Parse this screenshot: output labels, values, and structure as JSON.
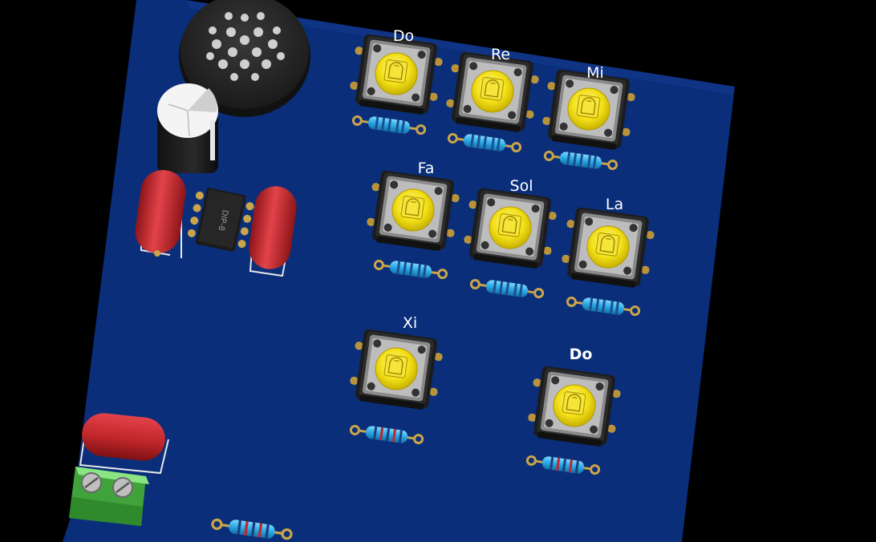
{
  "board": {
    "color": "#0a2e7a",
    "labels": {
      "do": "Do",
      "re": "Re",
      "mi": "Mi",
      "fa": "Fa",
      "sol": "Sol",
      "la": "La",
      "xi": "Xi",
      "do_high": "Do"
    },
    "ic_marking": "DIP-8"
  },
  "colors": {
    "board": "#0a2e7a",
    "button_cap": "#f2e018",
    "button_body": "#2b2b2b",
    "capacitor_red": "#c0262a",
    "terminal_green": "#6fd46a",
    "resistor_blue": "#2aa8e8",
    "pad_gold": "#c9a44a"
  }
}
